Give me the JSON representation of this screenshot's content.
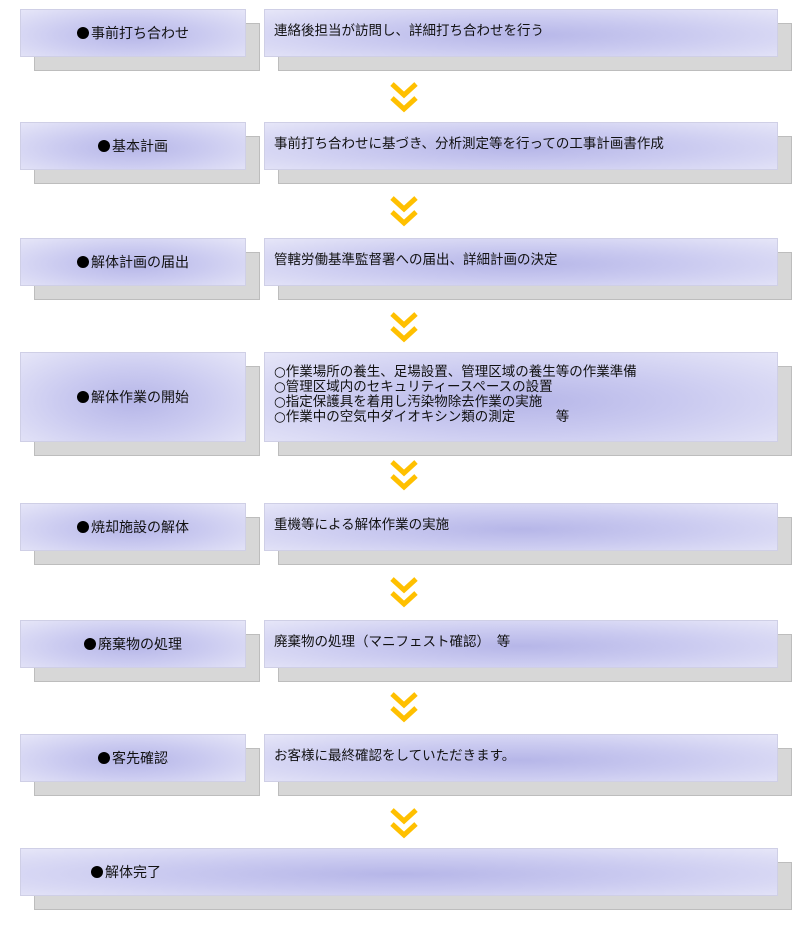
{
  "steps": [
    {
      "title": "事前打ち合わせ",
      "description": [
        "連絡後担当が訪問し、詳細打ち合わせを行う"
      ]
    },
    {
      "title": "基本計画",
      "description": [
        "事前打ち合わせに基づき、分析測定等を行っての工事計画書作成"
      ]
    },
    {
      "title": "解体計画の届出",
      "description": [
        "管轄労働基準監督署への届出、詳細計画の決定"
      ]
    },
    {
      "title": "解体作業の開始",
      "description": [
        "○作業場所の養生、足場設置、管理区域の養生等の作業準備",
        "○管理区域内のセキュリティースペースの設置",
        "○指定保護具を着用し汚染物除去作業の実施",
        "○作業中の空気中ダイオキシン類の測定　　　等"
      ]
    },
    {
      "title": "焼却施設の解体",
      "description": [
        "重機等による解体作業の実施"
      ]
    },
    {
      "title": "廃棄物の処理",
      "description": [
        "廃棄物の処理（マニフェスト確認）　等"
      ]
    },
    {
      "title": "客先確認",
      "description": [
        "お客様に最終確認をしていただきます。"
      ]
    }
  ],
  "final_step": {
    "title": "解体完了"
  },
  "colors": {
    "arrow": "#ffc000",
    "box_center": "#b6b6e8",
    "shadow": "#d7d7d7"
  }
}
